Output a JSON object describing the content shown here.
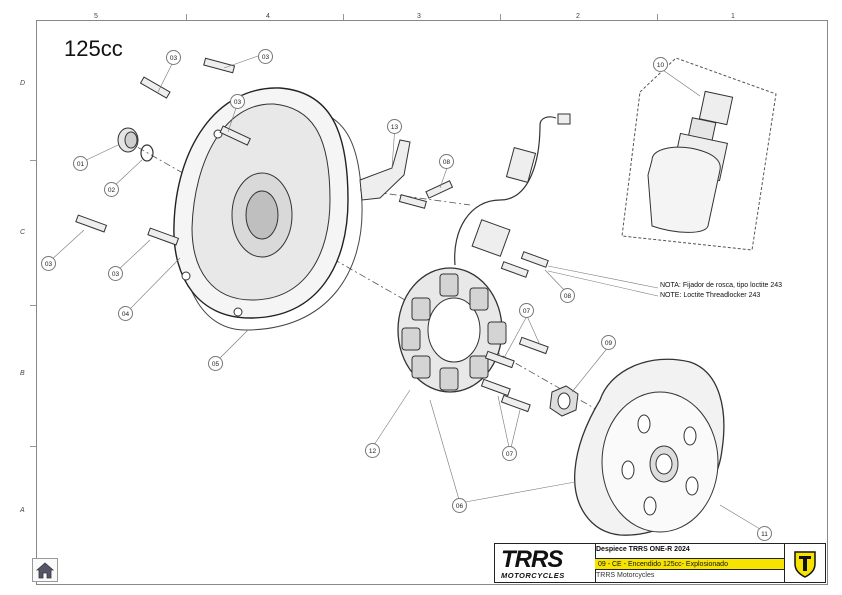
{
  "sheet": {
    "model_label": "125cc",
    "column_numbers": [
      "5",
      "4",
      "3",
      "2",
      "1"
    ],
    "row_letters": [
      "D",
      "C",
      "B",
      "A"
    ]
  },
  "callouts": [
    "01",
    "02",
    "03",
    "03",
    "03",
    "03",
    "03",
    "04",
    "05",
    "06",
    "07",
    "07",
    "08",
    "08",
    "09",
    "10",
    "11",
    "12",
    "13"
  ],
  "note": {
    "es": "NOTA: Fijador de rosca, tipo loctite 243",
    "en": "NOTE: Loctite Threadlocker 243"
  },
  "title_block": {
    "logo_text": "TRRS",
    "logo_sub": "MOTORCYCLES",
    "document": "Despiece TRRS ONE-R  2024",
    "part_name": "09 - CE - Encendido 125cc- Explosionado",
    "company": "TRRS Motorcycles",
    "accent_color": "#f6e400"
  },
  "nav": {
    "home_icon": "home-icon"
  }
}
